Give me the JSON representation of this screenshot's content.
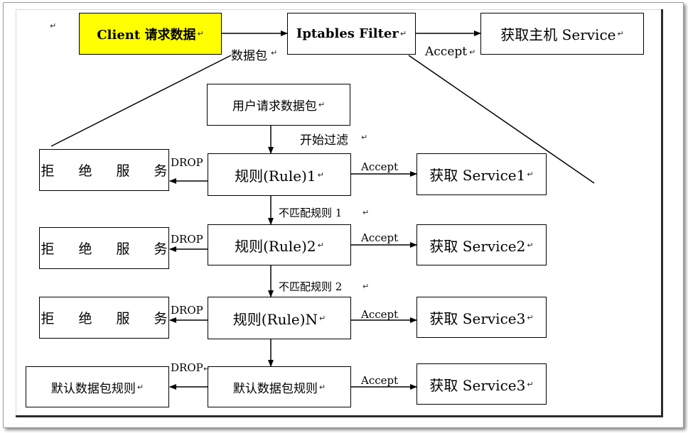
{
  "top": {
    "client": "Client 请求数据",
    "filter": "Iptables Filter",
    "service": "获取主机 Service",
    "packet_label": "数据包",
    "accept_label": "Accept"
  },
  "flow": {
    "user_packet": "用户请求数据包",
    "start_filter": "开始过滤",
    "rule1": "规则(Rule)1",
    "rule2": "规则(Rule)2",
    "ruleN": "规则(Rule)N",
    "default_rule": "默认数据包规则",
    "no_match_1": "不匹配规则 1",
    "no_match_2": "不匹配规则 2"
  },
  "deny": {
    "deny1": "拒 绝 服 务",
    "deny2": "拒 绝 服 务",
    "deny3": "拒 绝 服 务",
    "default": "默认数据包规则"
  },
  "services": {
    "s1": "获取 Service1",
    "s2": "获取 Service2",
    "s3": "获取 Service3",
    "s4": "获取 Service3"
  },
  "edges": {
    "drop": "DROP",
    "accept": "Accept"
  },
  "para_mark": "↵"
}
